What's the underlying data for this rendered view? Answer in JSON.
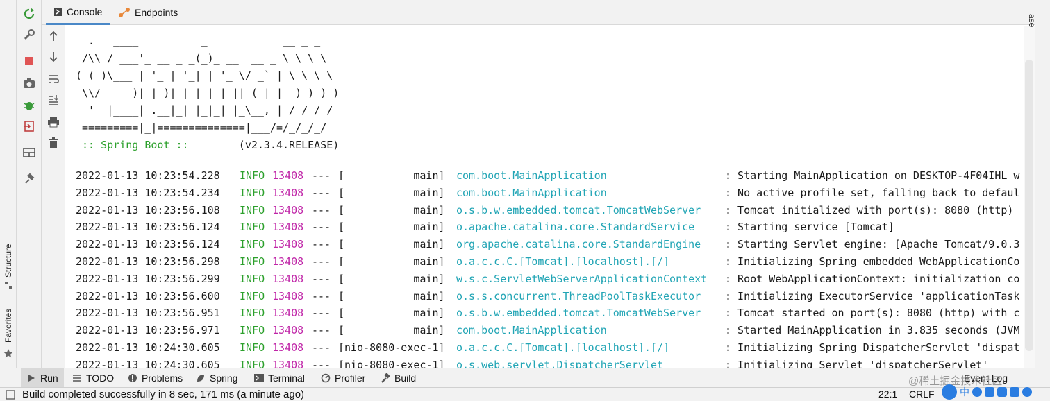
{
  "side_panel": {
    "structure_label": "Structure",
    "favorites_label": "Favorites",
    "edge_label": "ase"
  },
  "tabs": {
    "console": "Console",
    "endpoints": "Endpoints"
  },
  "banner": {
    "lines": [
      "  .   ____          _            __ _ _",
      " /\\\\ / ___'_ __ _ _(_)_ __  __ _ \\ \\ \\ \\",
      "( ( )\\___ | '_ | '_| | '_ \\/ _` | \\ \\ \\ \\",
      " \\\\/  ___)| |_)| | | | | || (_| |  ) ) ) )",
      "  '  |____| .__|_| |_|_| |_\\__, | / / / /",
      " =========|_|==============|___/=/_/_/_/"
    ],
    "spring_label": " :: Spring Boot :: ",
    "version": "       (v2.3.4.RELEASE)"
  },
  "log_lines": [
    {
      "ts": "2022-01-13 10:23:54.228",
      "level": "INFO",
      "pid": "13408",
      "sep": "---",
      "thread": "[           main]",
      "logger": "com.boot.MainApplication",
      "msg": ": Starting MainApplication on DESKTOP-4F04IHL w"
    },
    {
      "ts": "2022-01-13 10:23:54.234",
      "level": "INFO",
      "pid": "13408",
      "sep": "---",
      "thread": "[           main]",
      "logger": "com.boot.MainApplication",
      "msg": ": No active profile set, falling back to defaul"
    },
    {
      "ts": "2022-01-13 10:23:56.108",
      "level": "INFO",
      "pid": "13408",
      "sep": "---",
      "thread": "[           main]",
      "logger": "o.s.b.w.embedded.tomcat.TomcatWebServer",
      "msg": ": Tomcat initialized with port(s): 8080 (http)"
    },
    {
      "ts": "2022-01-13 10:23:56.124",
      "level": "INFO",
      "pid": "13408",
      "sep": "---",
      "thread": "[           main]",
      "logger": "o.apache.catalina.core.StandardService",
      "msg": ": Starting service [Tomcat]"
    },
    {
      "ts": "2022-01-13 10:23:56.124",
      "level": "INFO",
      "pid": "13408",
      "sep": "---",
      "thread": "[           main]",
      "logger": "org.apache.catalina.core.StandardEngine",
      "msg": ": Starting Servlet engine: [Apache Tomcat/9.0.3"
    },
    {
      "ts": "2022-01-13 10:23:56.298",
      "level": "INFO",
      "pid": "13408",
      "sep": "---",
      "thread": "[           main]",
      "logger": "o.a.c.c.C.[Tomcat].[localhost].[/]",
      "msg": ": Initializing Spring embedded WebApplicationCo"
    },
    {
      "ts": "2022-01-13 10:23:56.299",
      "level": "INFO",
      "pid": "13408",
      "sep": "---",
      "thread": "[           main]",
      "logger": "w.s.c.ServletWebServerApplicationContext",
      "msg": ": Root WebApplicationContext: initialization co"
    },
    {
      "ts": "2022-01-13 10:23:56.600",
      "level": "INFO",
      "pid": "13408",
      "sep": "---",
      "thread": "[           main]",
      "logger": "o.s.s.concurrent.ThreadPoolTaskExecutor",
      "msg": ": Initializing ExecutorService 'applicationTask"
    },
    {
      "ts": "2022-01-13 10:23:56.951",
      "level": "INFO",
      "pid": "13408",
      "sep": "---",
      "thread": "[           main]",
      "logger": "o.s.b.w.embedded.tomcat.TomcatWebServer",
      "msg": ": Tomcat started on port(s): 8080 (http) with c"
    },
    {
      "ts": "2022-01-13 10:23:56.971",
      "level": "INFO",
      "pid": "13408",
      "sep": "---",
      "thread": "[           main]",
      "logger": "com.boot.MainApplication",
      "msg": ": Started MainApplication in 3.835 seconds (JVM"
    },
    {
      "ts": "2022-01-13 10:24:30.605",
      "level": "INFO",
      "pid": "13408",
      "sep": "---",
      "thread": "[nio-8080-exec-1]",
      "logger": "o.a.c.c.C.[Tomcat].[localhost].[/]",
      "msg": ": Initializing Spring DispatcherServlet 'dispat"
    },
    {
      "ts": "2022-01-13 10:24:30.605",
      "level": "INFO",
      "pid": "13408",
      "sep": "---",
      "thread": "[nio-8080-exec-1]",
      "logger": "o.s.web.servlet.DispatcherServlet",
      "msg": ": Initializing Servlet 'dispatcherServlet'"
    }
  ],
  "bottom_tabs": {
    "run": "Run",
    "todo": "TODO",
    "problems": "Problems",
    "spring": "Spring",
    "terminal": "Terminal",
    "profiler": "Profiler",
    "build": "Build",
    "event_log": "Event Log"
  },
  "status": {
    "message": "Build completed successfully in 8 sec, 171 ms (a minute ago)",
    "position": "22:1",
    "line_separator": "CRLF"
  },
  "watermark": "@稀土掘金技术社区",
  "ime": {
    "chinese": "中"
  },
  "colors": {
    "info": "#2ca02c",
    "pid": "#c026a8",
    "logger": "#22a5b5",
    "active_tab_underline": "#4a88c7"
  }
}
